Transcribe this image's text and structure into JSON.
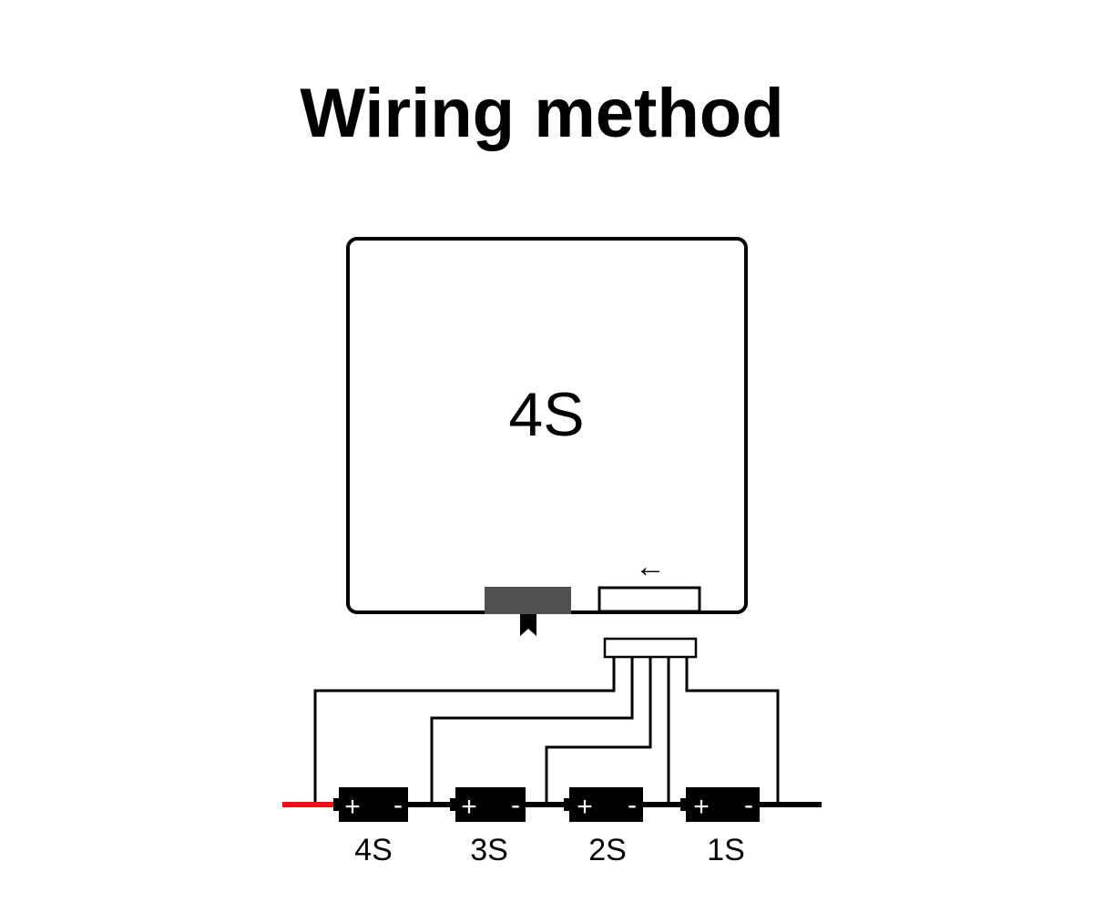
{
  "title": "Wiring method",
  "board": {
    "label": "4S",
    "direction_arrow": "←"
  },
  "cells": [
    {
      "label": "4S",
      "plus": "+",
      "minus": "-"
    },
    {
      "label": "3S",
      "plus": "+",
      "minus": "-"
    },
    {
      "label": "2S",
      "plus": "+",
      "minus": "-"
    },
    {
      "label": "1S",
      "plus": "+",
      "minus": "-"
    }
  ],
  "colors": {
    "wire": "#000000",
    "positive_lead": "#e8141b",
    "connector": "#505050",
    "background": "#ffffff"
  }
}
